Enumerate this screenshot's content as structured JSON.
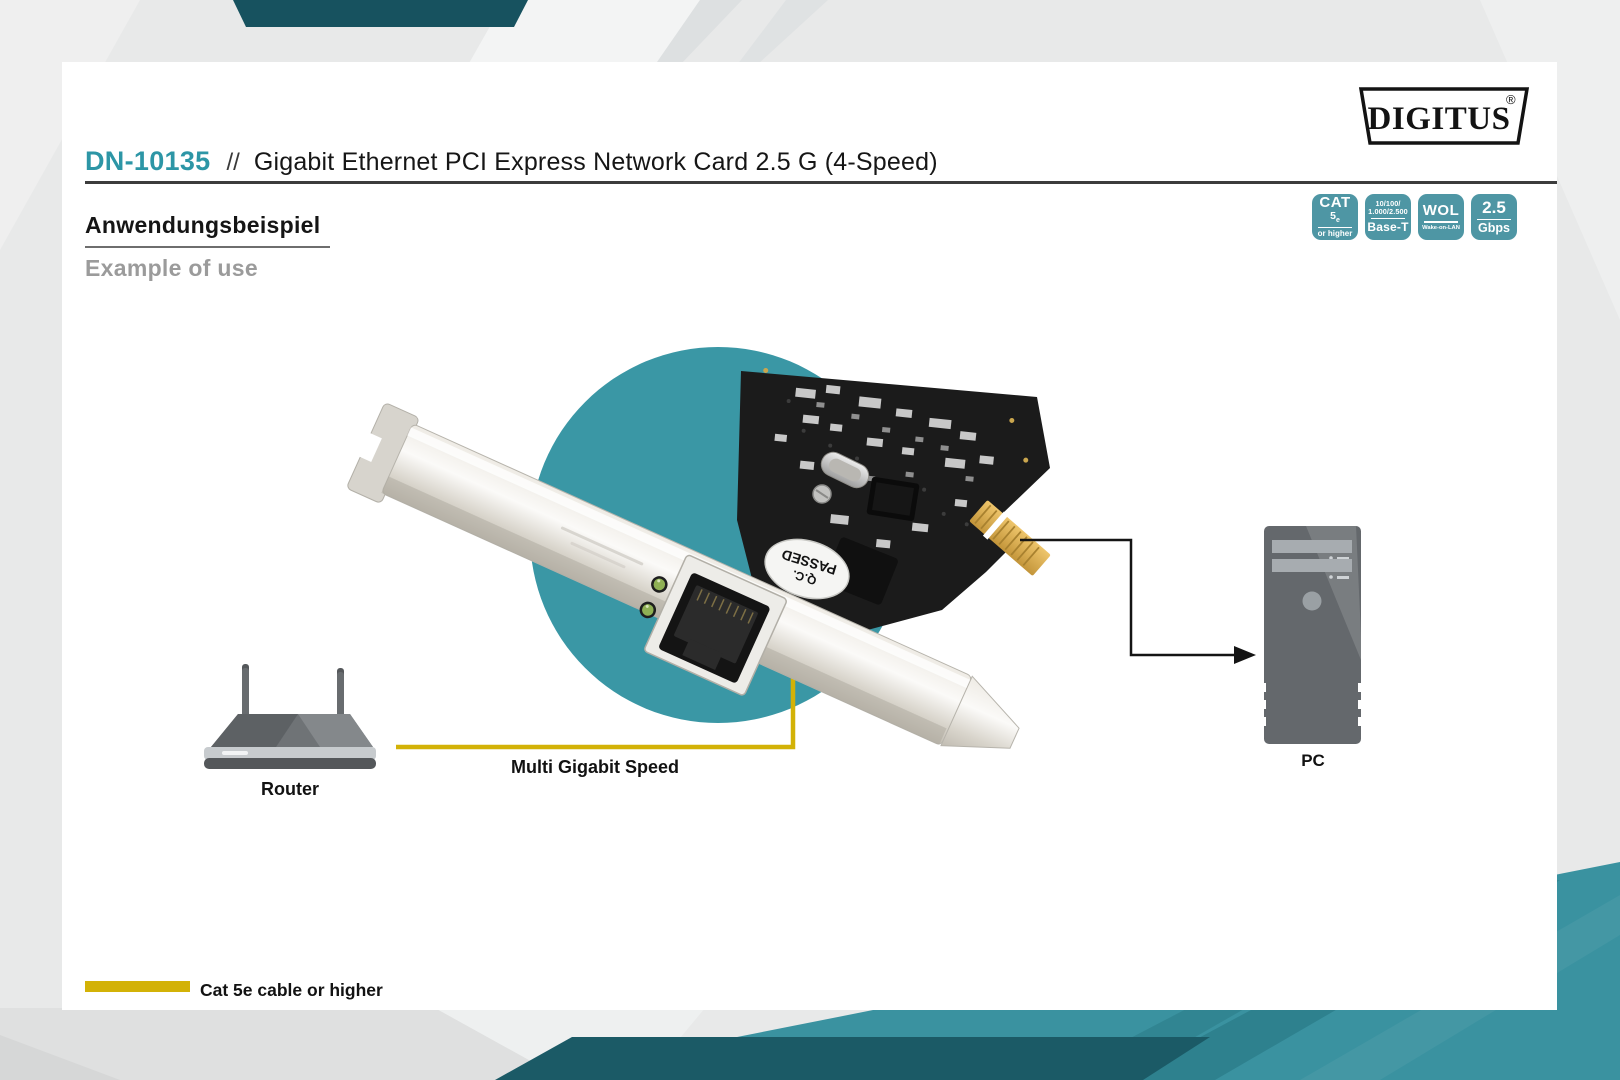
{
  "brand": {
    "logo_text": "DIGITUS",
    "registered_mark": "®"
  },
  "header": {
    "model": "DN-10135",
    "separator": "//",
    "title": "Gigabit Ethernet PCI Express Network Card 2.5 G (4-Speed)"
  },
  "section": {
    "heading_de": "Anwendungsbeispiel",
    "heading_en": "Example of use"
  },
  "badges": [
    {
      "top1": "CAT",
      "top2": "5",
      "top2_sub": "e",
      "bottom": "or higher"
    },
    {
      "top1": "10/100/",
      "top2": "1.000/2.500",
      "bottom": "Base-T"
    },
    {
      "top1": "WOL",
      "bottom": "Wake-on-LAN"
    },
    {
      "top1": "2.5",
      "bottom": "Gbps"
    }
  ],
  "diagram": {
    "router_label": "Router",
    "pc_label": "PC",
    "connection_label": "Multi Gigabit Speed",
    "sticker_line1": "Q.C.",
    "sticker_line2": "PASSED"
  },
  "legend": {
    "cable_label": "Cat 5e cable or higher"
  },
  "colors": {
    "accent_teal": "#2d96a6",
    "badge_teal": "#4e96a4",
    "circle_teal": "#3a97a5",
    "wedge_teal": "#3a92a0",
    "dark_teal_strip": "#17525f",
    "cable_yellow": "#d3b207",
    "line_black": "#141414"
  }
}
